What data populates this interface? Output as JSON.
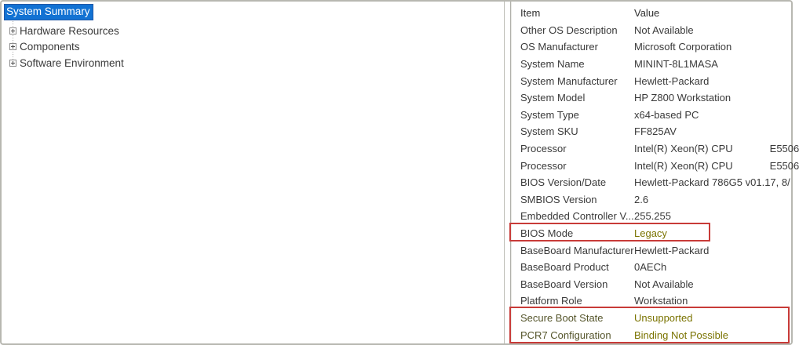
{
  "window": {
    "app": "System Information"
  },
  "colors": {
    "selection_bg": "#1272d3",
    "selection_border": "#2259a7",
    "highlight_box_red": "#c83b38",
    "body_text": "#3a3a3a",
    "olive_value_text": "#7a7300"
  },
  "tree": {
    "selected_label": "System Summary",
    "items": [
      {
        "label": "Hardware Resources"
      },
      {
        "label": "Components"
      },
      {
        "label": "Software Environment"
      }
    ]
  },
  "table": {
    "header": {
      "item": "Item",
      "value": "Value"
    },
    "rows": [
      {
        "item": "Other OS Description",
        "value": "Not Available"
      },
      {
        "item": "OS Manufacturer",
        "value": "Microsoft Corporation"
      },
      {
        "item": "System Name",
        "value": "MININT-8L1MASA"
      },
      {
        "item": "System Manufacturer",
        "value": "Hewlett-Packard"
      },
      {
        "item": "System Model",
        "value": "HP Z800 Workstation"
      },
      {
        "item": "System Type",
        "value": "x64-based PC"
      },
      {
        "item": "System SKU",
        "value": "FF825AV"
      },
      {
        "item": "Processor",
        "value": "Intel(R) Xeon(R) CPU             E5506"
      },
      {
        "item": "Processor",
        "value": "Intel(R) Xeon(R) CPU             E5506"
      },
      {
        "item": "BIOS Version/Date",
        "value": "Hewlett-Packard 786G5 v01.17, 8/"
      },
      {
        "item": "SMBIOS Version",
        "value": "2.6"
      },
      {
        "item": "Embedded Controller V...",
        "value": "255.255"
      },
      {
        "item": "BIOS Mode",
        "value": "Legacy",
        "tone": "olive-value"
      },
      {
        "item": "BaseBoard Manufacturer",
        "value": "Hewlett-Packard"
      },
      {
        "item": "BaseBoard Product",
        "value": "0AECh"
      },
      {
        "item": "BaseBoard Version",
        "value": "Not Available"
      },
      {
        "item": "Platform Role",
        "value": "Workstation"
      },
      {
        "item": "Secure Boot State",
        "value": "Unsupported",
        "tone": "olive-both"
      },
      {
        "item": "PCR7 Configuration",
        "value": "Binding Not Possible",
        "tone": "olive-both"
      }
    ]
  }
}
